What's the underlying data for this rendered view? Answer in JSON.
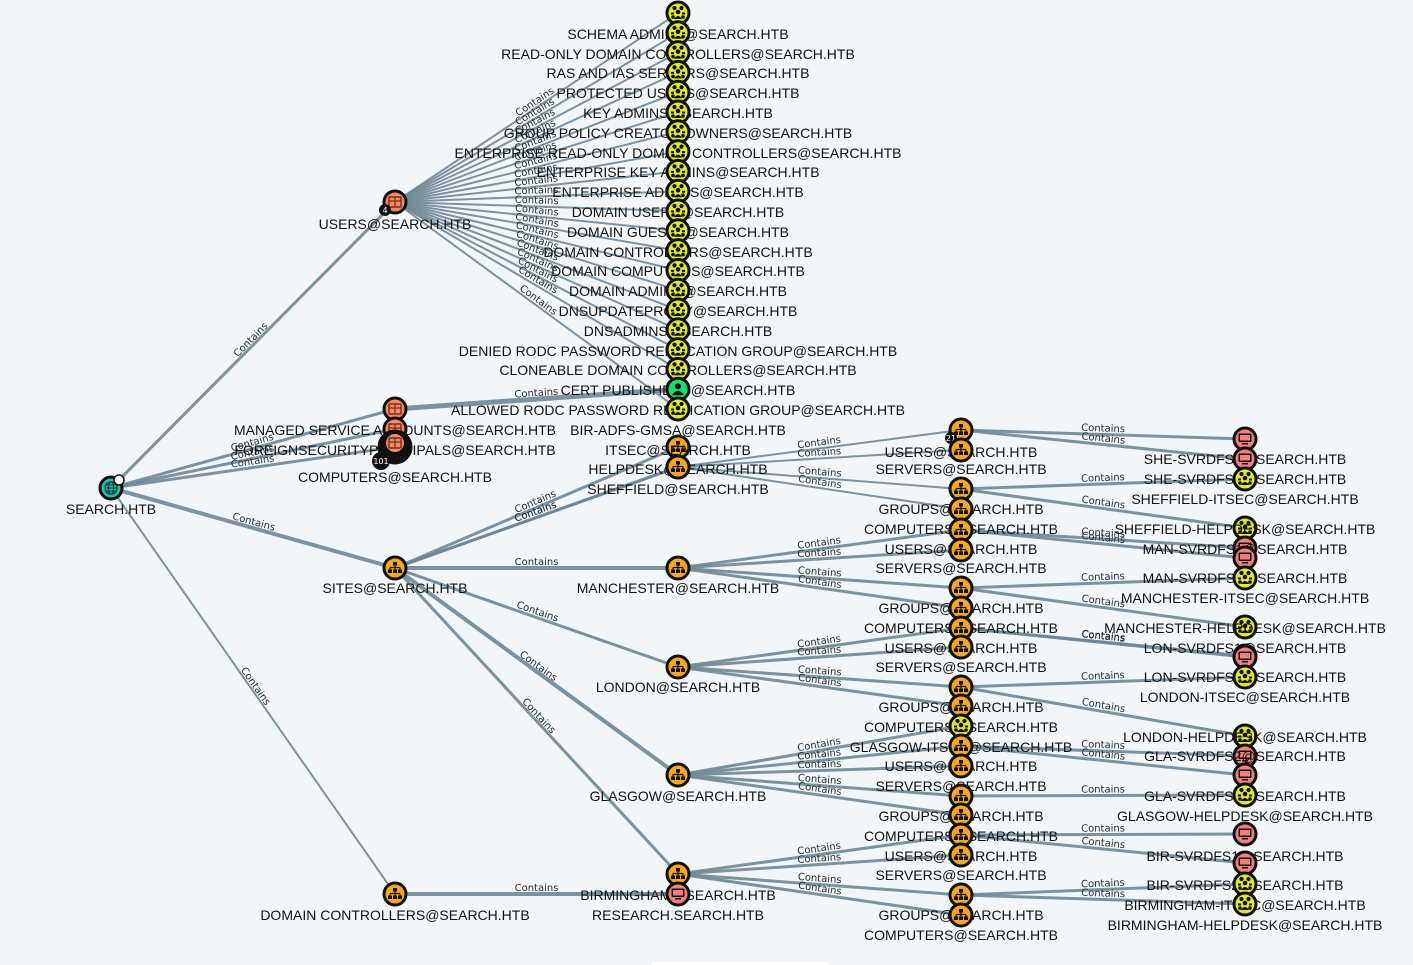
{
  "colors": {
    "edge": "#6f8795",
    "domain": "#2bb8a8",
    "ou": "#f5a623",
    "container": "#f0896c",
    "group": "#dde63b",
    "computer": "#f08080",
    "user": "#17e06a",
    "node_ring": "#111111"
  },
  "edge_label": "Contains",
  "nodes": [
    {
      "id": "domain",
      "label": "SEARCH.HTB",
      "type": "domain",
      "icon": "globe-icon"
    },
    {
      "id": "users",
      "label": "USERS@SEARCH.HTB",
      "type": "container",
      "icon": "box-icon",
      "badge": "4"
    },
    {
      "id": "msa",
      "label": "MANAGED SERVICE ACCOUNTS@SEARCH.HTB",
      "type": "container",
      "icon": "box-icon"
    },
    {
      "id": "fsp",
      "label": "FOREIGNSECURITYPRINCIPALS@SEARCH.HTB",
      "type": "container",
      "icon": "box-icon"
    },
    {
      "id": "computers",
      "label": "COMPUTERS@SEARCH.HTB",
      "type": "container",
      "icon": "box-icon",
      "badge": "101"
    },
    {
      "id": "sites",
      "label": "SITES@SEARCH.HTB",
      "type": "ou",
      "icon": "sitemap-icon"
    },
    {
      "id": "dc_ou",
      "label": "DOMAIN CONTROLLERS@SEARCH.HTB",
      "type": "ou",
      "icon": "sitemap-icon"
    },
    {
      "id": "g1",
      "label": "SCHEMA ADMINS@SEARCH.HTB",
      "type": "group",
      "icon": "group-icon"
    },
    {
      "id": "g2",
      "label": "READ-ONLY DOMAIN CONTROLLERS@SEARCH.HTB",
      "type": "group",
      "icon": "group-icon"
    },
    {
      "id": "g3",
      "label": "RAS AND IAS SERVERS@SEARCH.HTB",
      "type": "group",
      "icon": "group-icon"
    },
    {
      "id": "g4",
      "label": "PROTECTED USERS@SEARCH.HTB",
      "type": "group",
      "icon": "group-icon"
    },
    {
      "id": "g5",
      "label": "KEY ADMINS@SEARCH.HTB",
      "type": "group",
      "icon": "group-icon"
    },
    {
      "id": "g6",
      "label": "GROUP POLICY CREATOR OWNERS@SEARCH.HTB",
      "type": "group",
      "icon": "group-icon"
    },
    {
      "id": "g7",
      "label": "ENTERPRISE READ-ONLY DOMAIN CONTROLLERS@SEARCH.HTB",
      "type": "group",
      "icon": "group-icon"
    },
    {
      "id": "g8",
      "label": "ENTERPRISE KEY ADMINS@SEARCH.HTB",
      "type": "group",
      "icon": "group-icon"
    },
    {
      "id": "g9",
      "label": "ENTERPRISE ADMINS@SEARCH.HTB",
      "type": "group",
      "icon": "group-icon"
    },
    {
      "id": "g10",
      "label": "DOMAIN USERS@SEARCH.HTB",
      "type": "group",
      "icon": "group-icon"
    },
    {
      "id": "g11",
      "label": "DOMAIN GUESTS@SEARCH.HTB",
      "type": "group",
      "icon": "group-icon"
    },
    {
      "id": "g12",
      "label": "DOMAIN CONTROLLERS@SEARCH.HTB",
      "type": "group",
      "icon": "group-icon"
    },
    {
      "id": "g13",
      "label": "DOMAIN COMPUTERS@SEARCH.HTB",
      "type": "group",
      "icon": "group-icon"
    },
    {
      "id": "g14",
      "label": "DOMAIN ADMINS@SEARCH.HTB",
      "type": "group",
      "icon": "group-icon"
    },
    {
      "id": "g15",
      "label": "DNSUPDATEPROXY@SEARCH.HTB",
      "type": "group",
      "icon": "group-icon"
    },
    {
      "id": "g16",
      "label": "DNSADMINS@SEARCH.HTB",
      "type": "group",
      "icon": "group-icon"
    },
    {
      "id": "g17",
      "label": "DENIED RODC PASSWORD REPLICATION GROUP@SEARCH.HTB",
      "type": "group",
      "icon": "group-icon"
    },
    {
      "id": "g18",
      "label": "CLONEABLE DOMAIN CONTROLLERS@SEARCH.HTB",
      "type": "group",
      "icon": "group-icon"
    },
    {
      "id": "g19",
      "label": "CERT PUBLISHERS@SEARCH.HTB",
      "type": "group",
      "icon": "group-icon"
    },
    {
      "id": "g20",
      "label": "ALLOWED RODC PASSWORD REPLICATION GROUP@SEARCH.HTB",
      "type": "user",
      "icon": "user-icon"
    },
    {
      "id": "g21",
      "label": "BIR-ADFS-GMSA@SEARCH.HTB",
      "type": "group",
      "icon": "group-icon"
    },
    {
      "id": "itsec",
      "label": "ITSEC@SEARCH.HTB",
      "type": "ou",
      "icon": "sitemap-icon"
    },
    {
      "id": "helpdesk",
      "label": "HELPDESK@SEARCH.HTB",
      "type": "ou",
      "icon": "sitemap-icon"
    },
    {
      "id": "sheffield",
      "label": "SHEFFIELD@SEARCH.HTB",
      "type": "ou",
      "icon": "sitemap-icon"
    },
    {
      "id": "manchester",
      "label": "MANCHESTER@SEARCH.HTB",
      "type": "ou",
      "icon": "sitemap-icon"
    },
    {
      "id": "london",
      "label": "LONDON@SEARCH.HTB",
      "type": "ou",
      "icon": "sitemap-icon"
    },
    {
      "id": "glasgow",
      "label": "GLASGOW@SEARCH.HTB",
      "type": "ou",
      "icon": "sitemap-icon"
    },
    {
      "id": "birmingham",
      "label": "BIRMINGHAM@SEARCH.HTB",
      "type": "ou",
      "icon": "sitemap-icon"
    },
    {
      "id": "research",
      "label": "RESEARCH.SEARCH.HTB",
      "type": "computer",
      "icon": "computer-icon"
    },
    {
      "id": "s_users",
      "label": "USERS@SEARCH.HTB",
      "type": "ou",
      "icon": "sitemap-icon",
      "badge": "21"
    },
    {
      "id": "s_servers",
      "label": "SERVERS@SEARCH.HTB",
      "type": "ou",
      "icon": "sitemap-icon"
    },
    {
      "id": "s_groups",
      "label": "GROUPS@SEARCH.HTB",
      "type": "ou",
      "icon": "sitemap-icon"
    },
    {
      "id": "s_computers",
      "label": "COMPUTERS@SEARCH.HTB",
      "type": "ou",
      "icon": "sitemap-icon"
    },
    {
      "id": "m_users",
      "label": "USERS@SEARCH.HTB",
      "type": "ou",
      "icon": "sitemap-icon"
    },
    {
      "id": "m_servers",
      "label": "SERVERS@SEARCH.HTB",
      "type": "ou",
      "icon": "sitemap-icon"
    },
    {
      "id": "m_groups",
      "label": "GROUPS@SEARCH.HTB",
      "type": "ou",
      "icon": "sitemap-icon"
    },
    {
      "id": "m_computers",
      "label": "COMPUTERS@SEARCH.HTB",
      "type": "ou",
      "icon": "sitemap-icon"
    },
    {
      "id": "l_users",
      "label": "USERS@SEARCH.HTB",
      "type": "ou",
      "icon": "sitemap-icon"
    },
    {
      "id": "l_servers",
      "label": "SERVERS@SEARCH.HTB",
      "type": "ou",
      "icon": "sitemap-icon"
    },
    {
      "id": "l_groups",
      "label": "GROUPS@SEARCH.HTB",
      "type": "ou",
      "icon": "sitemap-icon"
    },
    {
      "id": "l_computers",
      "label": "COMPUTERS@SEARCH.HTB",
      "type": "ou",
      "icon": "sitemap-icon"
    },
    {
      "id": "gl_itsec",
      "label": "GLASGOW-ITSEC@SEARCH.HTB",
      "type": "group",
      "icon": "group-icon"
    },
    {
      "id": "gl_users",
      "label": "USERS@SEARCH.HTB",
      "type": "ou",
      "icon": "sitemap-icon"
    },
    {
      "id": "gl_servers",
      "label": "SERVERS@SEARCH.HTB",
      "type": "ou",
      "icon": "sitemap-icon"
    },
    {
      "id": "gl_groups",
      "label": "GROUPS@SEARCH.HTB",
      "type": "ou",
      "icon": "sitemap-icon"
    },
    {
      "id": "gl_computers",
      "label": "COMPUTERS@SEARCH.HTB",
      "type": "ou",
      "icon": "sitemap-icon"
    },
    {
      "id": "b_users",
      "label": "USERS@SEARCH.HTB",
      "type": "ou",
      "icon": "sitemap-icon"
    },
    {
      "id": "b_servers",
      "label": "SERVERS@SEARCH.HTB",
      "type": "ou",
      "icon": "sitemap-icon"
    },
    {
      "id": "b_groups",
      "label": "GROUPS@SEARCH.HTB",
      "type": "ou",
      "icon": "sitemap-icon"
    },
    {
      "id": "b_computers",
      "label": "COMPUTERS@SEARCH.HTB",
      "type": "ou",
      "icon": "sitemap-icon"
    },
    {
      "id": "r1",
      "label": "SHE-SVRDFS1@SEARCH.HTB",
      "type": "computer",
      "icon": "computer-icon"
    },
    {
      "id": "r2",
      "label": "SHE-SVRDFS2@SEARCH.HTB",
      "type": "computer",
      "icon": "computer-icon"
    },
    {
      "id": "r3",
      "label": "SHEFFIELD-ITSEC@SEARCH.HTB",
      "type": "group",
      "icon": "group-icon"
    },
    {
      "id": "r4",
      "label": "SHEFFIELD-HELPDESK@SEARCH.HTB",
      "type": "group",
      "icon": "group-icon"
    },
    {
      "id": "r5",
      "label": "MAN-SVRDFS1@SEARCH.HTB",
      "type": "computer",
      "icon": "computer-icon"
    },
    {
      "id": "r6",
      "label": "MAN-SVRDFS2@SEARCH.HTB",
      "type": "computer",
      "icon": "computer-icon"
    },
    {
      "id": "r7",
      "label": "MANCHESTER-ITSEC@SEARCH.HTB",
      "type": "group",
      "icon": "group-icon"
    },
    {
      "id": "r8",
      "label": "MANCHESTER-HELPDESK@SEARCH.HTB",
      "type": "group",
      "icon": "group-icon"
    },
    {
      "id": "r9",
      "label": "LON-SVRDFS1@SEARCH.HTB",
      "type": "computer",
      "icon": "computer-icon"
    },
    {
      "id": "r10",
      "label": "LON-SVRDFS2@SEARCH.HTB",
      "type": "computer",
      "icon": "computer-icon"
    },
    {
      "id": "r11",
      "label": "LONDON-ITSEC@SEARCH.HTB",
      "type": "group",
      "icon": "group-icon"
    },
    {
      "id": "r12",
      "label": "LONDON-HELPDESK@SEARCH.HTB",
      "type": "group",
      "icon": "group-icon"
    },
    {
      "id": "r13",
      "label": "GLA-SVRDFS2@SEARCH.HTB",
      "type": "computer",
      "icon": "computer-icon"
    },
    {
      "id": "r14",
      "label": "GLA-SVRDFS1@SEARCH.HTB",
      "type": "computer",
      "icon": "computer-icon"
    },
    {
      "id": "r15",
      "label": "GLASGOW-HELPDESK@SEARCH.HTB",
      "type": "group",
      "icon": "group-icon"
    },
    {
      "id": "r16",
      "label": "BIR-SVRDFS1@SEARCH.HTB",
      "type": "computer",
      "icon": "computer-icon"
    },
    {
      "id": "r17",
      "label": "BIR-SVRDFS2@SEARCH.HTB",
      "type": "computer",
      "icon": "computer-icon"
    },
    {
      "id": "r18",
      "label": "BIRMINGHAM-ITSEC@SEARCH.HTB",
      "type": "group",
      "icon": "group-icon"
    },
    {
      "id": "r19",
      "label": "BIRMINGHAM-HELPDESK@SEARCH.HTB",
      "type": "group",
      "icon": "group-icon"
    }
  ]
}
